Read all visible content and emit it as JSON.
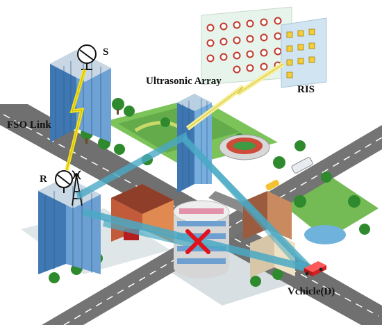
{
  "labels": {
    "source": "S",
    "relay": "R",
    "fso_link": "FSO Link",
    "ultrasonic_array": "Ultrasonic Array",
    "ris": "RIS",
    "vehicle": "Vchicle(D)"
  },
  "colors": {
    "fso_beam": "#f4e21c",
    "rf_link": "#4aa9c4",
    "blocked_marker": "#e0121e",
    "road": "#6f6f6f",
    "grass": "#5aa64a",
    "building_glass": "#4f86bd"
  },
  "icons": {
    "dish_s": "satellite-dish-icon",
    "dish_r": "satellite-dish-icon",
    "antenna_r": "radio-tower-icon",
    "blocked": "cross-icon",
    "vehicle": "car-icon"
  }
}
